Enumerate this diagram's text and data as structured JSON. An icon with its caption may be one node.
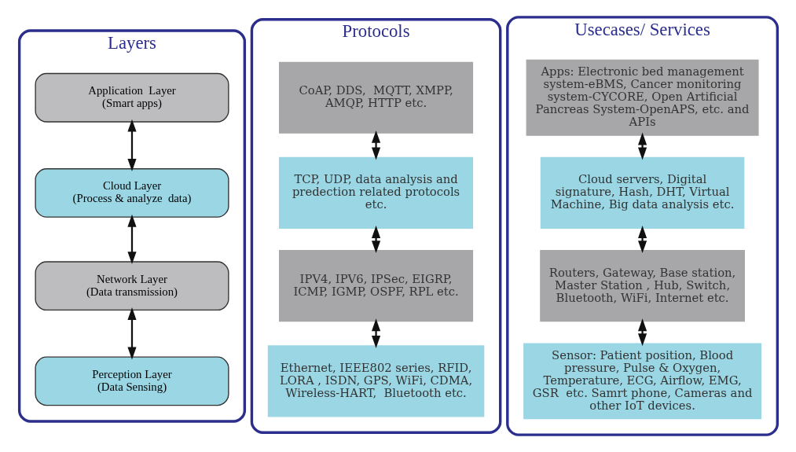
{
  "diagram": {
    "nodes": [
      {
        "text": [
          "Layers"
        ]
      },
      {
        "text": [
          "Application  Layer",
          "(Smart apps)"
        ],
        "in": 0
      },
      {
        "text": [
          "Cloud Layer",
          "(Process & analyze  data)"
        ],
        "in": 0
      },
      {
        "text": [
          "Network Layer",
          "(Data transmission)"
        ],
        "in": 0
      },
      {
        "text": [
          "Perception Layer",
          "(Data Sensing)"
        ],
        "in": 0
      },
      {
        "text": [
          "Protocols"
        ]
      },
      {
        "text": [
          "CoAP, DDS,  MQTT, XMPP, AMQP, HTTP etc."
        ],
        "in": 5
      },
      {
        "text": [
          "TCP, UDP, data analysis and predection related protocols etc."
        ],
        "in": 5
      },
      {
        "text": [
          "IPV4, IPV6, IPSec, EIGRP, ICMP, IGMP, OSPF, RPL etc."
        ],
        "in": 5
      },
      {
        "text": [
          "Ethernet, IEEE802 series, RFID, LORA , ISDN, GPS, WiFi, CDMA, Wireless-HART,  Bluetooth etc."
        ],
        "in": 5
      },
      {
        "text": [
          "Usecases/ Services"
        ]
      },
      {
        "text": [
          "Apps: Electronic bed management system-eBMS, Cancer monitoring system-CYCORE, Open Artificial Pancreas System-OpenAPS, etc. and APIs"
        ],
        "in": 10
      },
      {
        "text": [
          "Cloud servers, Digital signature, Hash, DHT, Virtual Machine, Big data analysis etc."
        ],
        "in": 10
      },
      {
        "text": [
          "Routers, Gateway, Base station, Master Station , Hub, Switch, Bluetooth, WiFi, Internet etc."
        ],
        "in": 10
      },
      {
        "text": [
          "Sensor: Patient position, Blood pressure, Pulse & Oxygen, Temperature, ECG, Airflow, EMG, GSR  etc. Samrt phone, Cameras and other IoT devices."
        ],
        "in": 10
      }
    ],
    "edges": [
      {
        "from": 1,
        "to": 2,
        "arrow": "both"
      },
      {
        "from": 2,
        "to": 3,
        "arrow": "both"
      },
      {
        "from": 3,
        "to": 4,
        "arrow": "both"
      },
      {
        "from": 6,
        "to": 7,
        "arrow": "both"
      },
      {
        "from": 7,
        "to": 8,
        "arrow": "both"
      },
      {
        "from": 8,
        "to": 9,
        "arrow": "both"
      },
      {
        "from": 11,
        "to": 12,
        "arrow": "both"
      },
      {
        "from": 12,
        "to": 13,
        "arrow": "both"
      },
      {
        "from": 13,
        "to": 14,
        "arrow": "both"
      }
    ]
  }
}
